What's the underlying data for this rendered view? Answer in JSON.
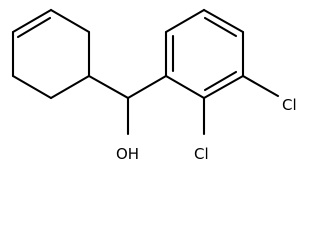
{
  "structure": {
    "atom_labels": {
      "hydroxyl": "OH",
      "chloro_2": "Cl",
      "chloro_3": "Cl"
    }
  }
}
